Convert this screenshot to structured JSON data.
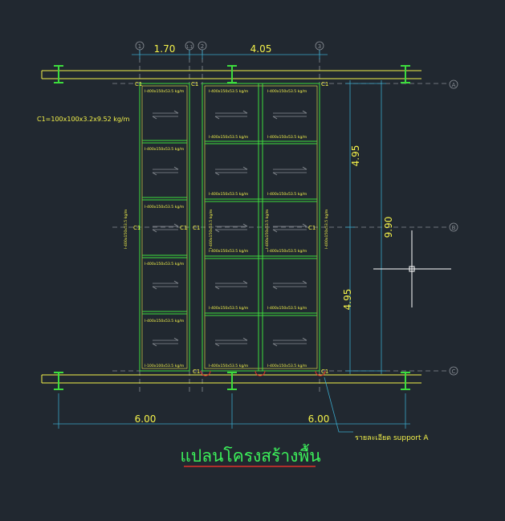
{
  "colors": {
    "background": "#212830",
    "beam_green": "#3ddc3d",
    "text_yellow": "#f4f24a",
    "dim_cyan": "#3aa6c8",
    "axis_gray": "#8a8f96",
    "cursor_white": "#ffffff",
    "title_green": "#3cf05a",
    "title_underline": "#e0302a",
    "support_red": "#e0302a"
  },
  "grid": {
    "columns": [
      "1",
      "1.1",
      "2",
      "3"
    ],
    "rows": [
      "A",
      "B",
      "C"
    ]
  },
  "dimensions": {
    "top": [
      "1.70",
      "4.05"
    ],
    "bottom": [
      "6.00",
      "6.00"
    ],
    "right_segments": [
      "4.95",
      "4.95"
    ],
    "right_total": "9.90"
  },
  "column_label": "C1",
  "column_spec": "C1=100x100x3.2x9.52 kg/m",
  "beam_labels": {
    "bay1": [
      "I-400x150x53.5 kg/m",
      "I-400x150x53.5 kg/m",
      "I-400x150x53.5 kg/m",
      "I-400x150x53.5 kg/m",
      "I-400x150x53.5 kg/m",
      "I-100x100x53.5 kg/m"
    ],
    "bay2": [
      "I-400x150x53.5 kg/m",
      "I-400x150x53.5 kg/m",
      "I-400x150x53.5 kg/m",
      "I-400x150x53.5 kg/m",
      "I-400x150x53.5 kg/m",
      "I-400x150x53.5 kg/m"
    ],
    "bay3": [
      "I-400x150x53.5 kg/m",
      "I-400x150x53.5 kg/m",
      "I-400x150x53.5 kg/m",
      "I-400x150x53.5 kg/m",
      "I-400x150x53.5 kg/m",
      "I-400x150x53.5 kg/m"
    ],
    "vertical_left": "I-400x150x53.5 kg/m",
    "vertical_mid1": "I-400x150x53.5 kg/m",
    "vertical_mid2": "I-400x150x53.5 kg/m",
    "vertical_right": "I-400x150x53.5 kg/m"
  },
  "support_note": "รายละเอียด support A",
  "title": "แปลนโครงสร้างพื้น"
}
